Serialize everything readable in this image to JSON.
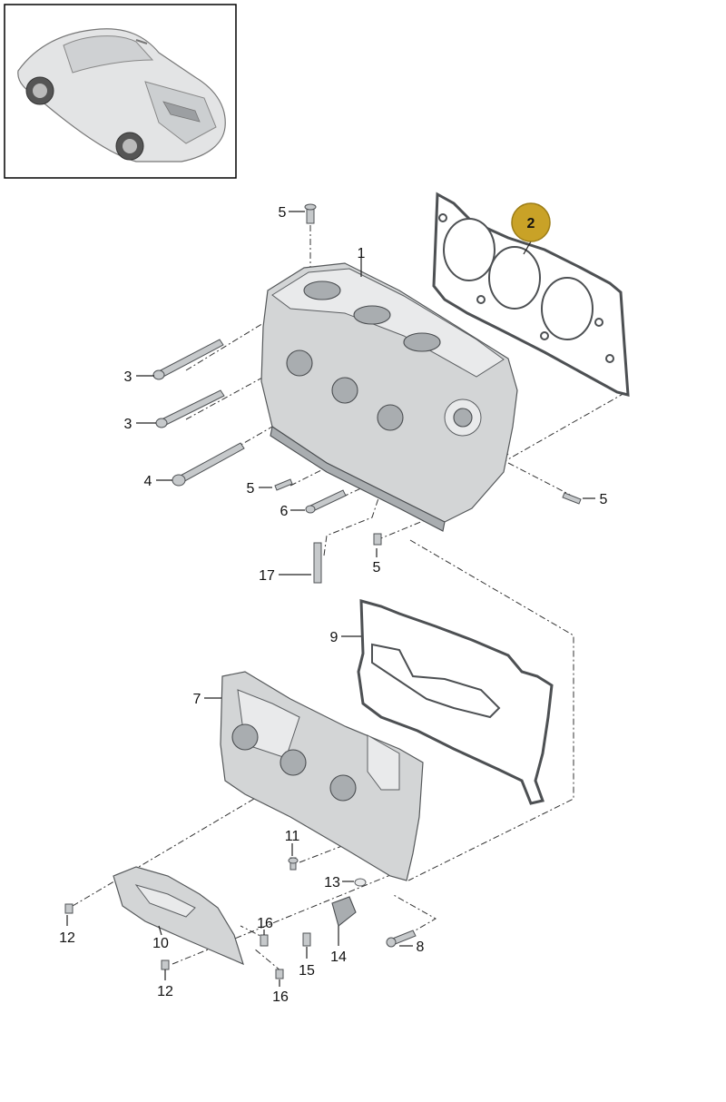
{
  "callouts": [
    {
      "id": "c5a",
      "text": "5"
    },
    {
      "id": "c1",
      "text": "1"
    },
    {
      "id": "c2",
      "text": "2"
    },
    {
      "id": "c3a",
      "text": "3"
    },
    {
      "id": "c3b",
      "text": "3"
    },
    {
      "id": "c4",
      "text": "4"
    },
    {
      "id": "c5b",
      "text": "5"
    },
    {
      "id": "c5c",
      "text": "5"
    },
    {
      "id": "c6",
      "text": "6"
    },
    {
      "id": "c5d",
      "text": "5"
    },
    {
      "id": "c17",
      "text": "17"
    },
    {
      "id": "c9",
      "text": "9"
    },
    {
      "id": "c7",
      "text": "7"
    },
    {
      "id": "c11",
      "text": "11"
    },
    {
      "id": "c13",
      "text": "13"
    },
    {
      "id": "c12a",
      "text": "12"
    },
    {
      "id": "c10",
      "text": "10"
    },
    {
      "id": "c16a",
      "text": "16"
    },
    {
      "id": "c15",
      "text": "15"
    },
    {
      "id": "c14",
      "text": "14"
    },
    {
      "id": "c8",
      "text": "8"
    },
    {
      "id": "c12b",
      "text": "12"
    },
    {
      "id": "c16b",
      "text": "16"
    }
  ],
  "highlight": {
    "text": "2",
    "color": "#c9a227",
    "text_color": "#ffffff"
  },
  "colors": {
    "frame": "#000000",
    "part_fill": "#d3d5d6",
    "part_stroke": "#55585a"
  },
  "icons": [
    "car-thumbnail-icon"
  ]
}
